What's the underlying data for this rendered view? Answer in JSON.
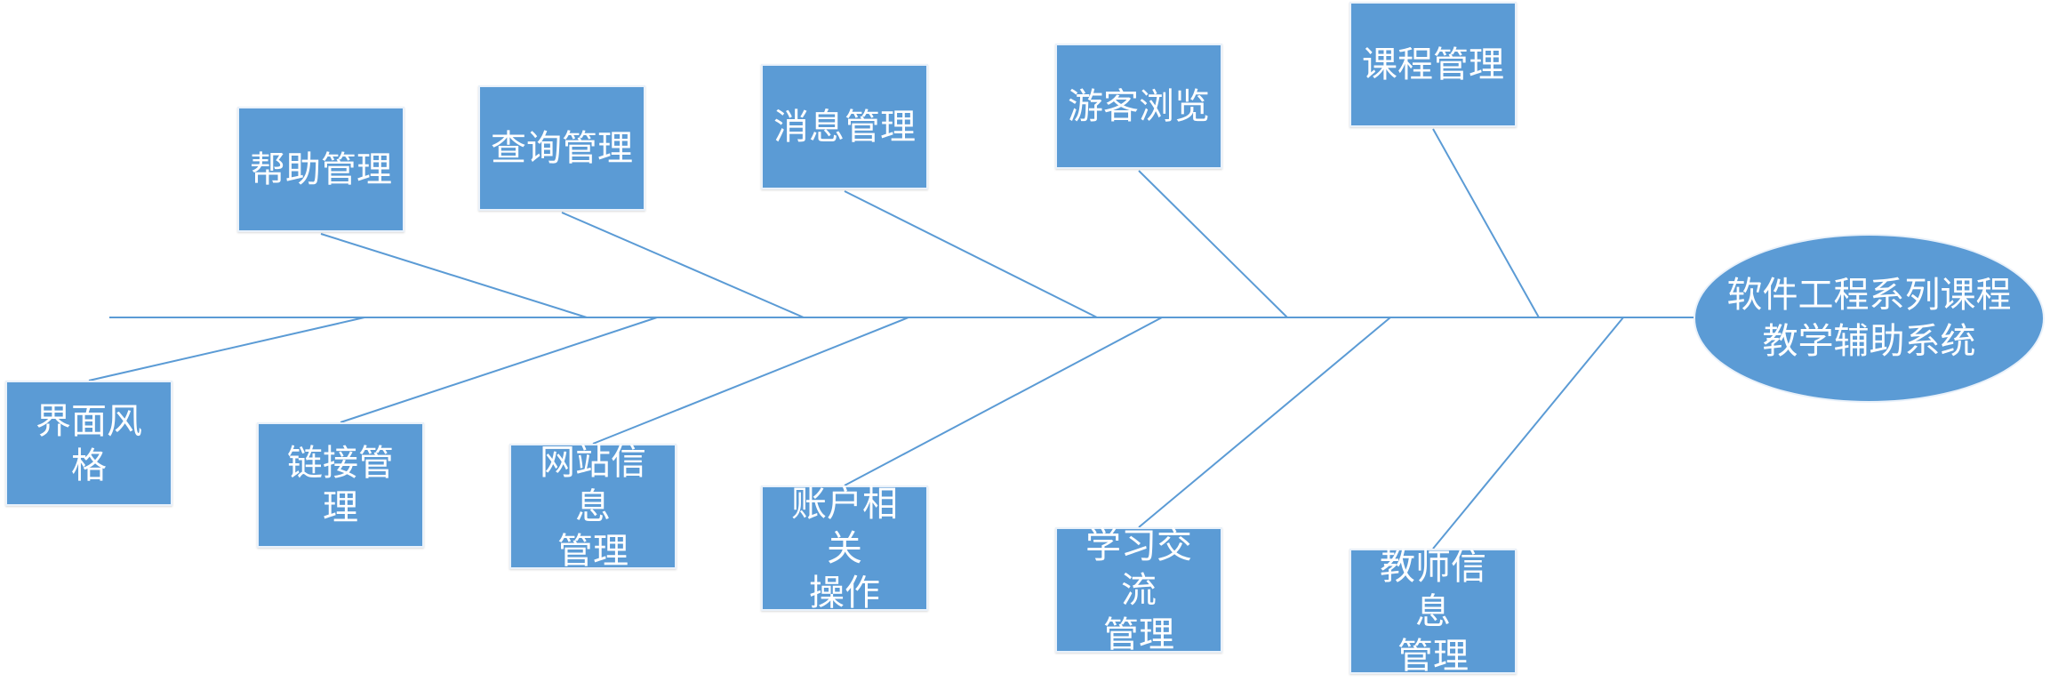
{
  "head": {
    "label": "软件工程系列课程教学辅助系统",
    "line1": "软件工程系列课程",
    "line2": "教学辅助系统"
  },
  "top_causes": [
    "帮助管理",
    "查询管理",
    "消息管理",
    "游客浏览",
    "课程管理"
  ],
  "bottom_causes": [
    "界面风格",
    "链接管理",
    "网站信息管理",
    "账户相关操作",
    "学习交流管理",
    "教师信息管理"
  ],
  "bottom_causes_lines": [
    [
      "界面风格"
    ],
    [
      "链接管理"
    ],
    [
      "网站信息",
      "管理"
    ],
    [
      "账户相关",
      "操作"
    ],
    [
      "学习交流",
      "管理"
    ],
    [
      "教师信息",
      "管理"
    ]
  ],
  "colors": {
    "box_fill": "#5b9bd5",
    "line": "#5b9bd5",
    "text": "#ffffff"
  }
}
